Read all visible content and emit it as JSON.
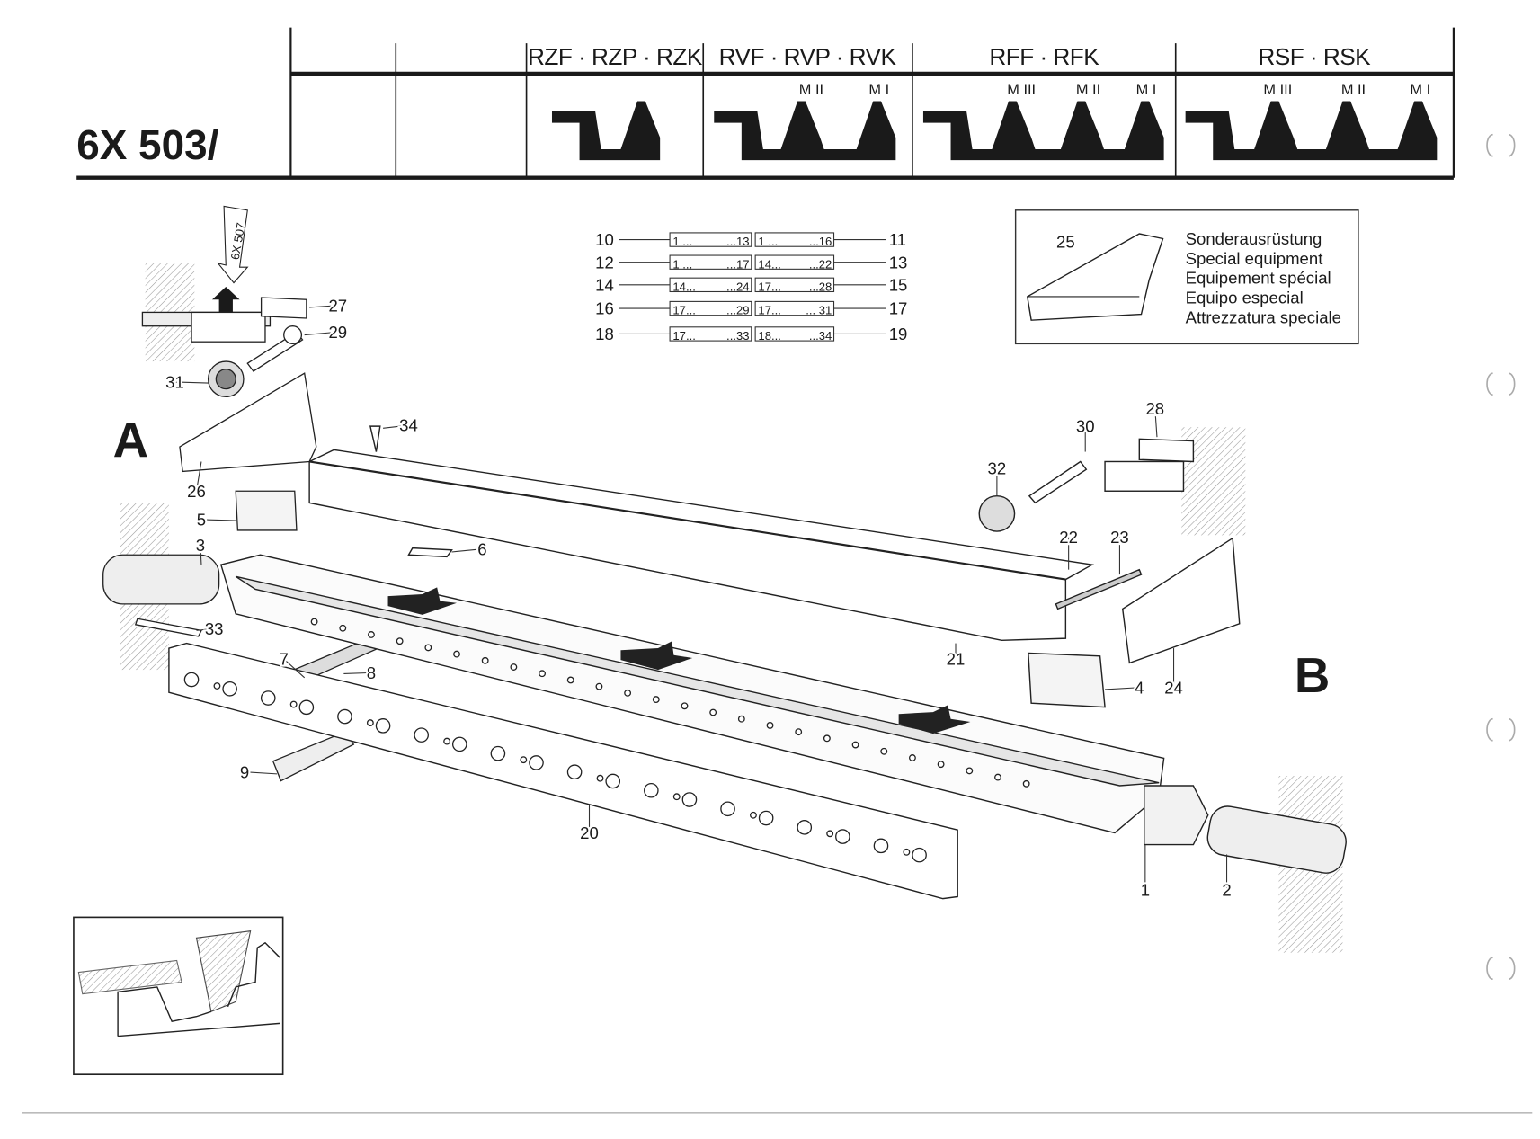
{
  "title": "6X 503/",
  "header_columns": [
    {
      "label": "RZF · RZP · RZK",
      "modules": []
    },
    {
      "label": "RVF · RVP · RVK",
      "modules": [
        "M II",
        "M I"
      ]
    },
    {
      "label": "RFF · RFK",
      "modules": [
        "M III",
        "M II",
        "M I"
      ]
    },
    {
      "label": "RSF · RSK",
      "modules": [
        "M III",
        "M II",
        "M I"
      ]
    }
  ],
  "ref_arrow": "6X 507",
  "views": {
    "a": "A",
    "b": "B"
  },
  "range_table": [
    {
      "left": "10",
      "box1_from": "1 ...",
      "box1_to": "...13",
      "box2_from": "1 ...",
      "box2_to": "...16",
      "right": "11"
    },
    {
      "left": "12",
      "box1_from": "1 ...",
      "box1_to": "...17",
      "box2_from": "14...",
      "box2_to": "...22",
      "right": "13"
    },
    {
      "left": "14",
      "box1_from": "14...",
      "box1_to": "...24",
      "box2_from": "17...",
      "box2_to": "...28",
      "right": "15"
    },
    {
      "left": "16",
      "box1_from": "17...",
      "box1_to": "...29",
      "box2_from": "17...",
      "box2_to": "... 31",
      "right": "17"
    },
    {
      "left": "18",
      "box1_from": "17...",
      "box1_to": "...33",
      "box2_from": "18...",
      "box2_to": "...34",
      "right": "19"
    }
  ],
  "special_equipment": {
    "part": "25",
    "lines": [
      "Sonderausrüstung",
      "Special equipment",
      "Equipement spécial",
      "Equipo especial",
      "Attrezzatura speciale"
    ]
  },
  "part_labels": {
    "p1": "1",
    "p2": "2",
    "p3": "3",
    "p4": "4",
    "p5": "5",
    "p6": "6",
    "p7": "7",
    "p8": "8",
    "p9": "9",
    "p20": "20",
    "p21": "21",
    "p22": "22",
    "p23": "23",
    "p24": "24",
    "p26": "26",
    "p27": "27",
    "p28": "28",
    "p29": "29",
    "p30": "30",
    "p31": "31",
    "p32": "32",
    "p33": "33",
    "p34": "34"
  }
}
